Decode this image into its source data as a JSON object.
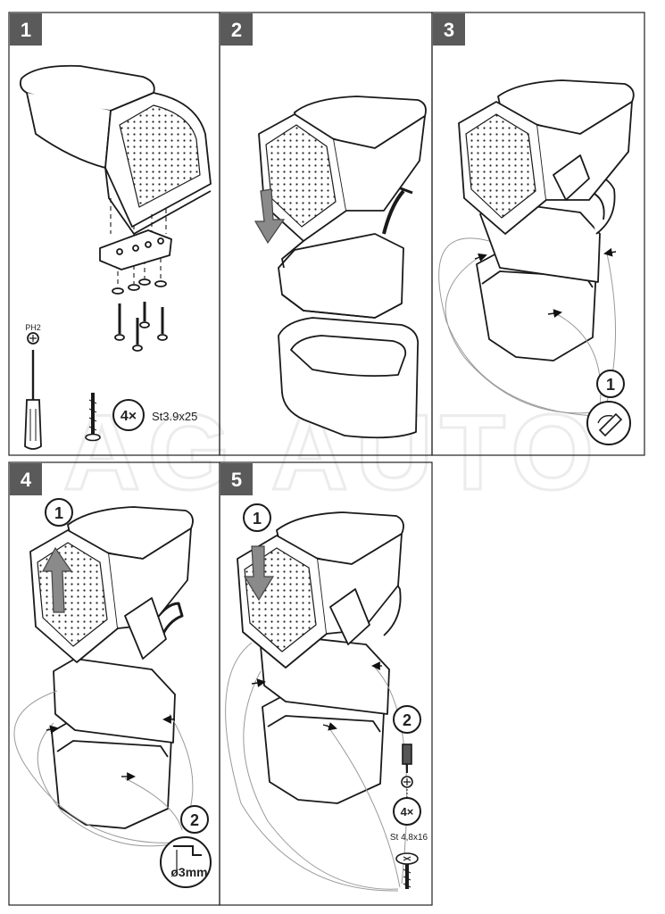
{
  "watermark": "AG AUTO",
  "steps": [
    {
      "number": "1",
      "driver_label": "PH2",
      "screw_count": "4×",
      "screw_spec": "St3.9x25"
    },
    {
      "number": "2"
    },
    {
      "number": "3",
      "callout_1": "1"
    },
    {
      "number": "4",
      "callout_1": "1",
      "callout_2": "2",
      "drill_size": "ø3mm"
    },
    {
      "number": "5",
      "callout_1": "1",
      "callout_2": "2",
      "screw_count": "4×",
      "screw_spec": "St 4,8x16"
    }
  ],
  "colors": {
    "badge": "#5a5a5a",
    "line": "#1a1a1a",
    "thin": "#8a8a8a"
  }
}
